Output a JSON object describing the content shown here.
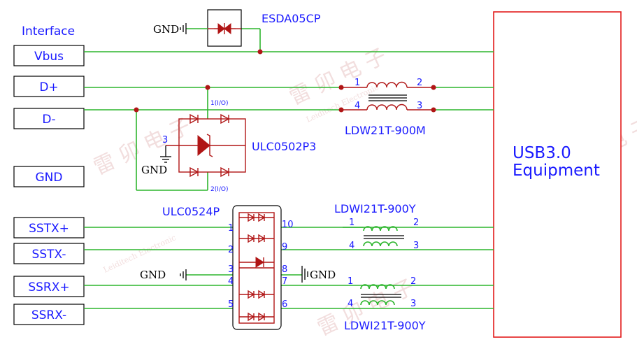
{
  "interface_label": "Interface",
  "ports": [
    "Vbus",
    "D+",
    "D-",
    "GND",
    "SSTX+",
    "SSTX-",
    "SSRX+",
    "SSRX-"
  ],
  "esd": {
    "name": "ESDA05CP",
    "gnd": "GND"
  },
  "ulc0502": {
    "name": "ULC0502P3",
    "pin1": "1(I/O)",
    "pin2": "2(I/O)",
    "pin3": "3",
    "gnd": "GND"
  },
  "ldw21t": {
    "name": "LDW21T-900M",
    "pins": [
      "1",
      "2",
      "4",
      "3"
    ]
  },
  "ulc0524": {
    "name": "ULC0524P",
    "left_pins": [
      "1",
      "2",
      "3",
      "4",
      "5"
    ],
    "right_pins": [
      "10",
      "9",
      "8",
      "7",
      "6"
    ],
    "gnd_left": "GND",
    "gnd_right": "GND"
  },
  "ldwi_top": {
    "name": "LDWI21T-900Y",
    "pins": [
      "1",
      "2",
      "4",
      "3"
    ]
  },
  "ldwi_bottom": {
    "name": "LDWI21T-900Y",
    "pins": [
      "1",
      "2",
      "4",
      "3"
    ]
  },
  "equipment": {
    "line1": "USB3.0",
    "line2": "Equipment"
  },
  "watermark": {
    "cn": "雷 卯 电 子",
    "en": "Leiditech Electronic"
  }
}
